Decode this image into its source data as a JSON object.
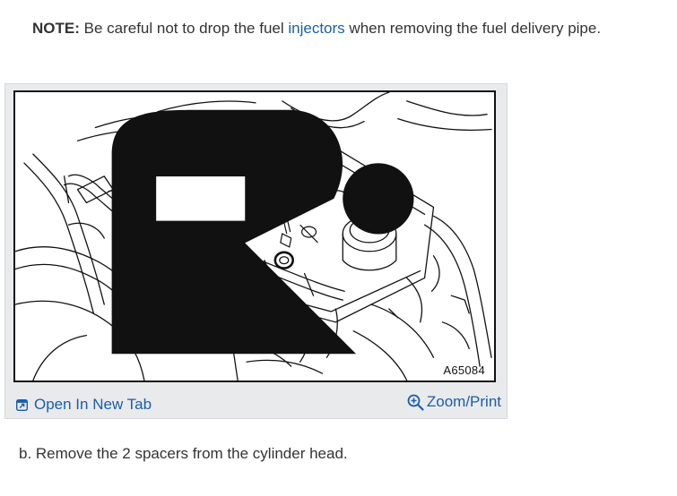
{
  "note": {
    "label": "NOTE:",
    "text_before": " Be careful not to drop the fuel ",
    "link_text": "injectors",
    "text_after": " when removing the fuel delivery pipe."
  },
  "figure": {
    "code": "A65084",
    "logo_icon": "manufacturer-logo-icon",
    "image_icon": "engine-fuel-delivery-pipe-illustration"
  },
  "caption": {
    "open_tab_label": "Open In New Tab",
    "open_tab_icon": "open-external-icon",
    "zoom_label": "Zoom/Print",
    "zoom_icon": "zoom-in-icon"
  },
  "step": {
    "text": "b. Remove the 2 spacers from the cylinder head."
  },
  "colors": {
    "link": "#1a5ea8",
    "text": "#333333",
    "figure_bg": "#e9eaec"
  }
}
